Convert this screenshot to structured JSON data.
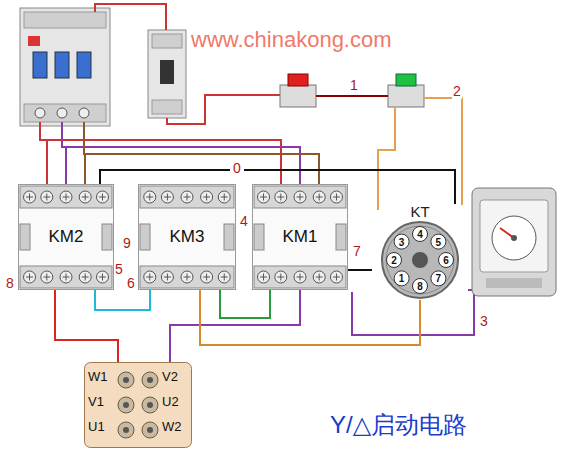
{
  "diagram": {
    "caption": "Y/△启动电路",
    "nodes": [
      {
        "text": [
          "KM2"
        ]
      },
      {
        "text": [
          "KM3"
        ]
      },
      {
        "text": [
          "KM1"
        ]
      },
      {
        "text": [
          "KT",
          "1",
          "2",
          "3",
          "4",
          "5",
          "6",
          "7",
          "8"
        ]
      },
      {
        "text": [
          "W1",
          "V1",
          "U1",
          "V2",
          "U2",
          "W2"
        ]
      }
    ],
    "edges": [
      {
        "from": 0,
        "to": 4,
        "arrow": "none"
      },
      {
        "from": 2,
        "to": 4,
        "arrow": "none"
      },
      {
        "from": 1,
        "to": 0,
        "arrow": "none"
      },
      {
        "from": 2,
        "to": 1,
        "arrow": "none"
      },
      {
        "from": 3,
        "to": 2,
        "arrow": "none"
      },
      {
        "from": 3,
        "to": 1,
        "arrow": "none"
      },
      {
        "from": 0,
        "to": 3,
        "label": "0",
        "arrow": "none"
      }
    ],
    "labels": [
      "www.chinakong.com",
      "1",
      "2",
      "4",
      "9",
      "6",
      "5",
      "8",
      "7",
      "3"
    ]
  }
}
